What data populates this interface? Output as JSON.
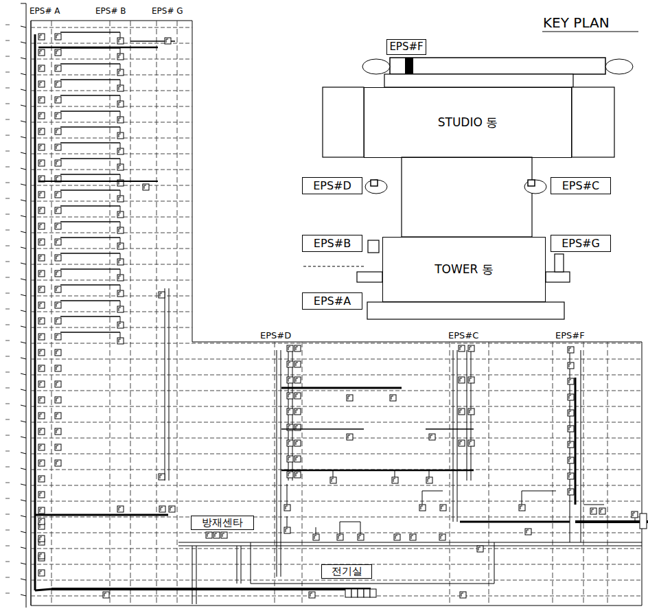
{
  "diagram": {
    "nodes": [
      {
        "text": [
          "EPS#F"
        ]
      },
      {
        "text": [
          "STUDIO 동"
        ]
      },
      {
        "text": [
          "EPS#D"
        ]
      },
      {
        "text": [
          "EPS#C"
        ]
      },
      {
        "text": [
          "EPS#B"
        ]
      },
      {
        "text": [
          "TOWER 동"
        ]
      },
      {
        "text": [
          "EPS#G"
        ]
      },
      {
        "text": [
          "EPS#A"
        ]
      },
      {
        "text": [
          "방재센타"
        ]
      },
      {
        "text": [
          "전기실"
        ]
      }
    ],
    "labels": [
      "EPS# A",
      "EPS# B",
      "EPS# G",
      "KEY PLAN",
      "EPS#D",
      "EPS#C",
      "EPS#F"
    ]
  }
}
